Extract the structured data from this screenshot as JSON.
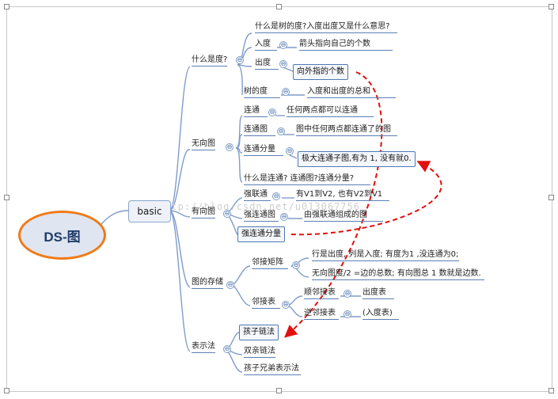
{
  "root": "DS-图",
  "basic": "basic",
  "watermark": "http://blog.csdn.net/u013067756",
  "branches": {
    "du": {
      "label": "什么是度?",
      "question": "什么是树的度?入度出度又是什么意思?",
      "indegree": {
        "label": "入度",
        "desc": "箭头指向自己的个数"
      },
      "outdegree": {
        "label": "出度",
        "desc": "向外指的个数"
      },
      "treedegree": {
        "label": "树的度",
        "desc": "入度和出度的总和"
      }
    },
    "undirected": {
      "label": "无向图",
      "connected": {
        "label": "连通",
        "desc": "任何两点都可以连通"
      },
      "connected_graph": {
        "label": "连通图",
        "desc": "图中任何两点都连通了的图"
      },
      "component": {
        "label": "连通分量",
        "desc": "极大连通子图,有为 1, 没有就0."
      },
      "question": "什么是连通? 连通图?连通分量?"
    },
    "directed": {
      "label": "有向图",
      "strong": {
        "label": "强联通",
        "desc": "有V1到V2, 也有V2到V1"
      },
      "strong_graph": {
        "label": "强连通图",
        "desc": "由强联通组成的图"
      },
      "strong_component": {
        "label": "强连通分量"
      }
    },
    "storage": {
      "label": "图的存储",
      "matrix": {
        "label": "邻接矩阵",
        "desc1": "行是出度, 列是入度; 有度为1 ,没连通为0;",
        "desc2": "无向图度/2 =边的总数; 有向图总 1 数就是边数."
      },
      "list": {
        "label": "邻接表",
        "forward": {
          "label": "顺邻接表",
          "desc": "出度表"
        },
        "reverse": {
          "label": "逆邻接表",
          "desc": "(入度表)"
        }
      }
    },
    "repr": {
      "label": "表示法",
      "child": "孩子链法",
      "parent": "双亲链法",
      "sibling": "孩子兄弟表示法"
    }
  },
  "toggle_symbol": "⊖",
  "colors": {
    "line": "#7f9ccc",
    "arrow": "#e01010",
    "root_border": "#f07a18",
    "box_border": "#4f79b3"
  }
}
